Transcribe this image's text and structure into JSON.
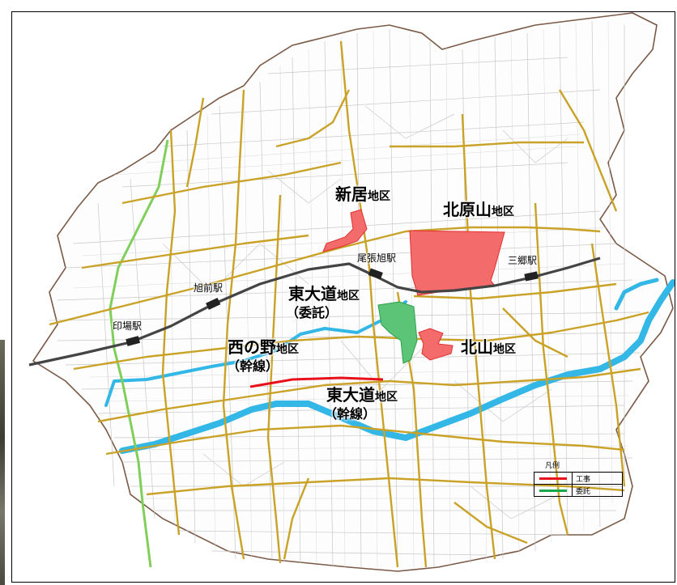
{
  "districts": {
    "arai": {
      "name": "新居",
      "suffix": "地区"
    },
    "kitaharayama": {
      "name": "北原山",
      "suffix": "地区"
    },
    "higashioomichi_itaku": {
      "name": "東大道",
      "suffix": "地区",
      "sub": "（委託）"
    },
    "nishino": {
      "name": "西の野",
      "suffix": "地区",
      "sub": "（幹線）"
    },
    "kitayama": {
      "name": "北山",
      "suffix": "地区"
    },
    "higashioomichi_kansen": {
      "name": "東大道",
      "suffix": "地区",
      "sub": "（幹線）"
    }
  },
  "stations": {
    "owari_asahi": "尾張旭駅",
    "sango": "三郷駅",
    "asahimae": "旭前駅",
    "inba": "印場駅"
  },
  "legend": {
    "title": "凡例",
    "items": [
      {
        "label": "工事",
        "color": "#e8101a"
      },
      {
        "label": "委託",
        "color": "#18a84a"
      }
    ]
  },
  "colors": {
    "main_road": "#c9a227",
    "river": "#33b7e6",
    "railway": "#444444",
    "construction_area": "#f46b6b",
    "commission_area": "#5cc476",
    "green_road": "#7fcf5a",
    "boundary": "#7a5a46"
  }
}
